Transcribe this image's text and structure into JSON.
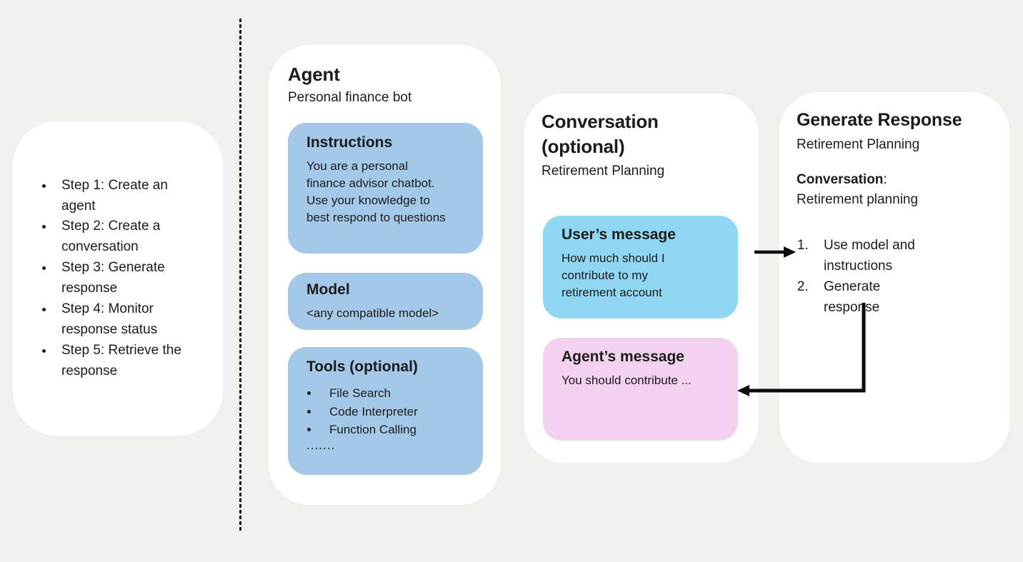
{
  "colors": {
    "background": "#f0f0ef",
    "card": "#ffffff",
    "agent_box": "#a4c8e8",
    "user_message_box": "#8fd7f2",
    "agent_message_box": "#f1d1ed",
    "text": "#1c1c1c",
    "arrow": "#0a0a0a"
  },
  "steps_panel": {
    "items": [
      "Step 1: Create an agent",
      "Step 2: Create a conversation",
      "Step 3: Generate response",
      "Step 4: Monitor response status",
      "Step 5: Retrieve the response"
    ]
  },
  "agent_card": {
    "title": "Agent",
    "subtitle": "Personal finance bot",
    "instructions": {
      "title": "Instructions",
      "body": "You are a personal finance advisor chatbot. Use your knowledge to best respond to questions"
    },
    "model": {
      "title": "Model",
      "body": "<any compatible model>"
    },
    "tools": {
      "title": "Tools (optional)",
      "items": [
        "File Search",
        "Code Interpreter",
        "Function Calling"
      ],
      "more": "......."
    }
  },
  "conversation_card": {
    "title_line1": "Conversation",
    "title_line2": "(optional)",
    "subtitle": "Retirement Planning",
    "user_message": {
      "title": "User’s message",
      "body": "How much should I contribute to my retirement account"
    },
    "agent_message": {
      "title": "Agent’s message",
      "body": "You should contribute ..."
    }
  },
  "generate_card": {
    "title": "Generate Response",
    "subtitle": "Retirement Planning",
    "conversation_label": "Conversation",
    "conversation_colon": ":",
    "conversation_value": "Retirement planning",
    "steps": [
      "Use model and instructions",
      "Generate response"
    ]
  }
}
